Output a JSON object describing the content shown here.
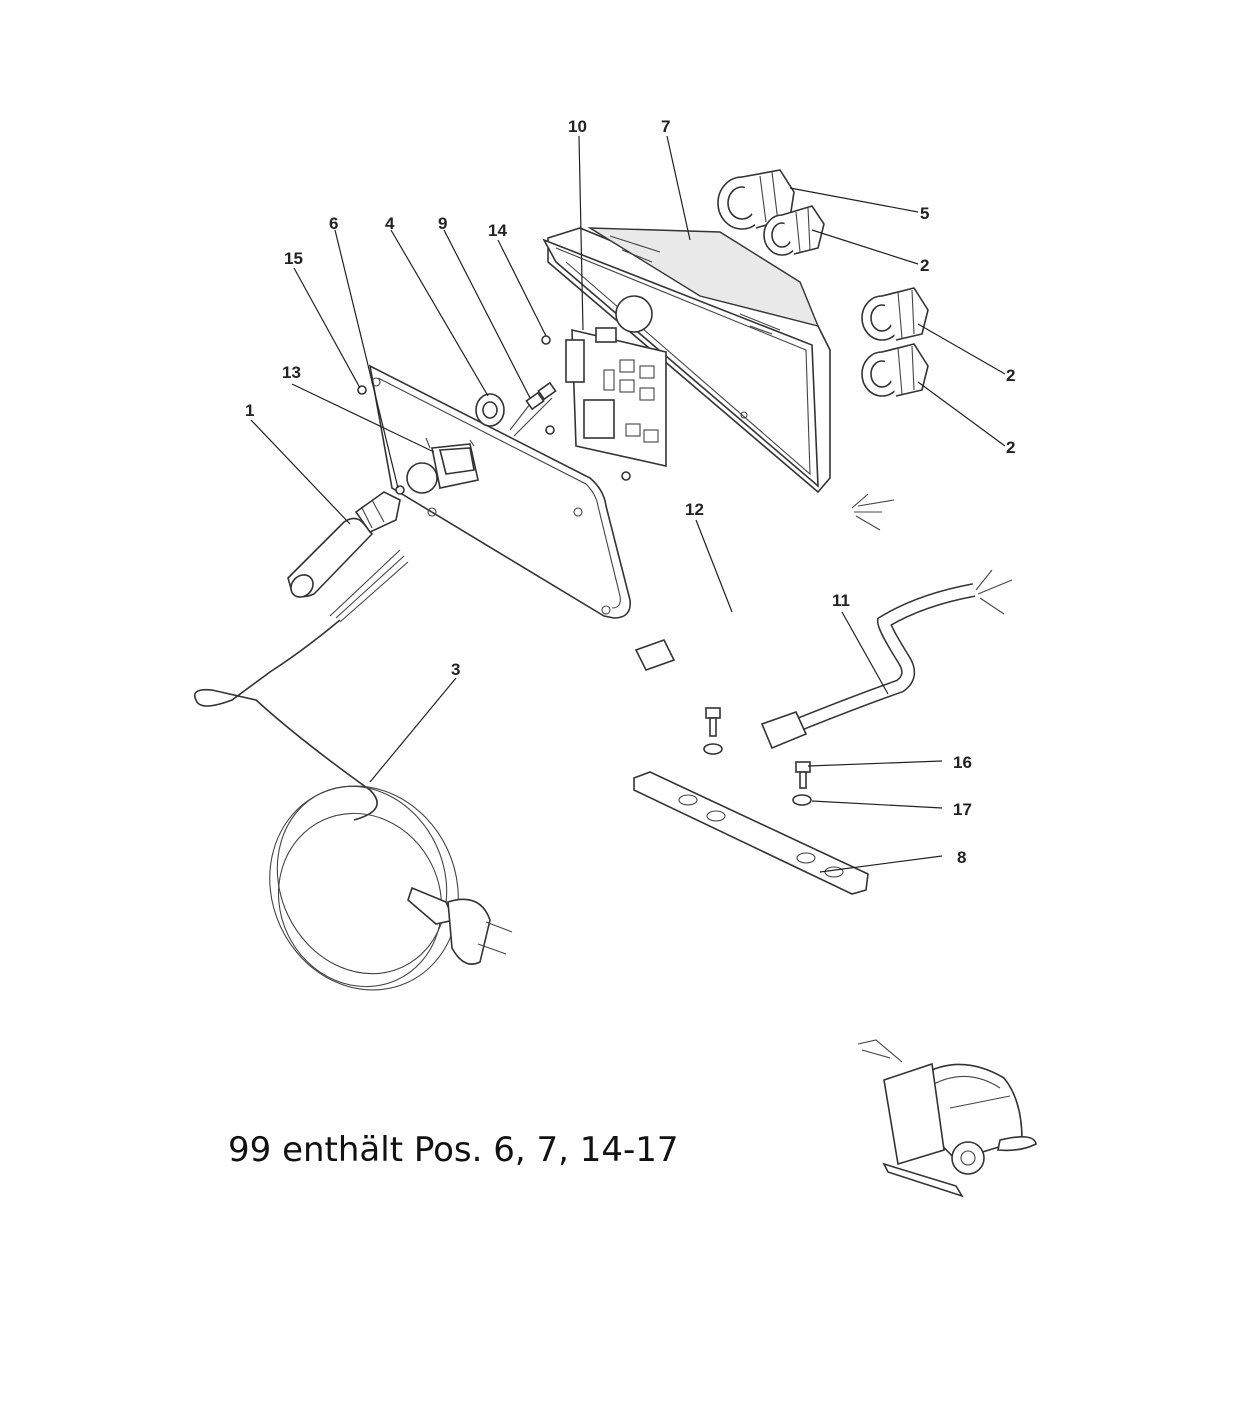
{
  "callouts": {
    "c1": "1",
    "c2a": "2",
    "c2b": "2",
    "c2c": "2",
    "c3": "3",
    "c4": "4",
    "c5": "5",
    "c6": "6",
    "c7": "7",
    "c8": "8",
    "c9": "9",
    "c10": "10",
    "c11": "11",
    "c12": "12",
    "c13": "13",
    "c14": "14",
    "c15": "15",
    "c16": "16",
    "c17": "17"
  },
  "note": "99 enthält Pos. 6, 7, 14-17"
}
